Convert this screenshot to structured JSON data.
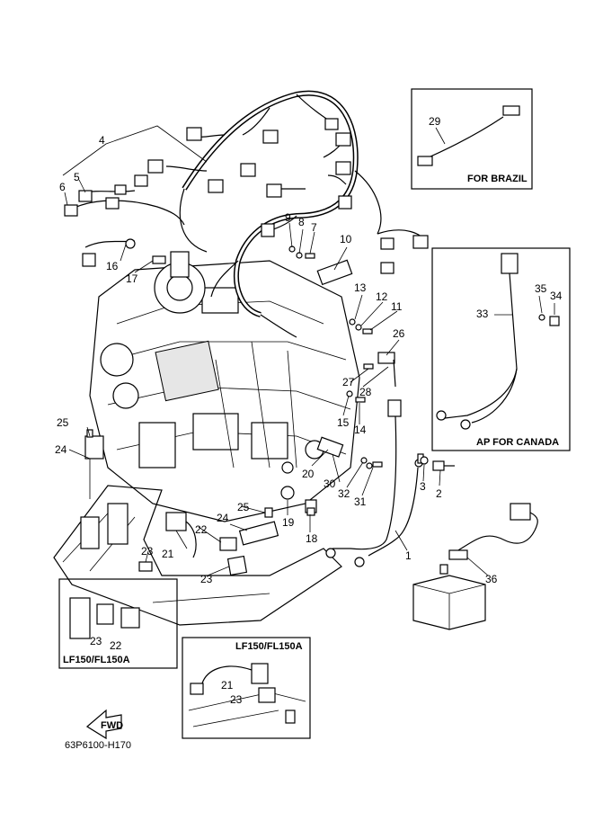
{
  "diagram_code": "63P6100-H170",
  "fwd_label": "FWD",
  "insets": {
    "brazil": {
      "title": "FOR BRAZIL",
      "part": "29"
    },
    "canada": {
      "title": "AP FOR CANADA",
      "parts": [
        "33",
        "35",
        "34"
      ]
    },
    "lf150_left": {
      "title": "LF150/FL150A",
      "parts": [
        "23",
        "22"
      ]
    },
    "lf150_center": {
      "title": "LF150/FL150A",
      "parts": [
        "21",
        "23"
      ]
    }
  },
  "callouts": {
    "c4": "4",
    "c5": "5",
    "c6": "6",
    "c16": "16",
    "c17": "17",
    "c9": "9",
    "c8": "8",
    "c7": "7",
    "c10": "10",
    "c13": "13",
    "c12": "12",
    "c11": "11",
    "c26": "26",
    "c27": "27",
    "c28": "28",
    "c15": "15",
    "c14": "14",
    "c25a": "25",
    "c24a": "24",
    "c20": "20",
    "c30": "30",
    "c32": "32",
    "c31": "31",
    "c3": "3",
    "c2": "2",
    "c1": "1",
    "c19": "19",
    "c18": "18",
    "c25b": "25",
    "c24b": "24",
    "c22": "22",
    "c21": "21",
    "c23a": "23",
    "c23b": "23",
    "c36": "36"
  }
}
